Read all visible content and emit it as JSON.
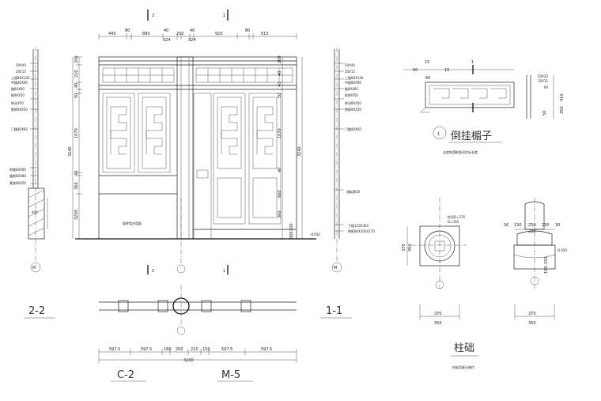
{
  "drawing": {
    "front_dims_top": [
      "445",
      "80",
      "880",
      "40",
      "250",
      "40",
      "920",
      "80",
      "515"
    ],
    "front_dims_top_sub": [
      "324",
      "324"
    ],
    "front_dims_left": [
      "200",
      "220",
      "40",
      "50",
      "1070",
      "40",
      "360",
      "3240",
      "3200"
    ],
    "front_dims_right": [
      "200",
      "40",
      "40",
      "50",
      "1070",
      "3240",
      "40",
      "660",
      "360",
      "200",
      "300"
    ],
    "section_marks": {
      "top_left": "2",
      "top_right": "1",
      "bottom_left": "2",
      "bottom_right": "1"
    },
    "axis_label": "M",
    "wall_note": "窗砖墙台墙面",
    "level_value": "-0.050",
    "view_titles": {
      "section_2": "2-2",
      "section_1": "1-1",
      "window": "C-2",
      "door": "M-5"
    },
    "plan_dims": [
      "597.5",
      "597.5",
      "180",
      "250",
      "210",
      "150",
      "597.5",
      "597.5"
    ],
    "plan_total": "3200",
    "left_callouts": [
      "50X40",
      "20X15",
      "上槛80X120",
      "中槛80X90",
      "槛80X60",
      "框80X50",
      "转动X50",
      "抱框80X50",
      "门槛80X60",
      "地槛80X60",
      "槛框80X80",
      "基座80X50"
    ],
    "right_callouts": [
      "50X40",
      "20X15",
      "上槛80X120",
      "中槛80X90",
      "槛80X60",
      "框80X50",
      "转动80X50",
      "抱框80X50",
      "门槛80X60",
      "裙板厚30",
      "下槛120X300",
      "抱框80X300X170"
    ],
    "hanging_title": "倒挂楣子",
    "hanging_num": "1",
    "hanging_note": "长度按藻框各间实际长度",
    "hanging_dims_top": [
      "15",
      "50",
      "60",
      "15"
    ],
    "hanging_dims_side": [
      "50X20",
      "30X15",
      "60",
      "410",
      "350",
      "50"
    ],
    "base_title": "柱础",
    "base_note": "柱础用青石制作",
    "base_plan_dims": [
      "370",
      "350"
    ],
    "base_plan_side": [
      "370",
      "350"
    ],
    "base_plan_note": [
      "柱径D=370",
      "D=350"
    ],
    "base_elev_dims": [
      "30",
      "130",
      "250",
      "130",
      "30",
      "230"
    ],
    "base_elev_side": [
      "150",
      "100"
    ],
    "base_elev_level": "-0.050",
    "base_elev_bottom": [
      "370",
      "350"
    ]
  }
}
